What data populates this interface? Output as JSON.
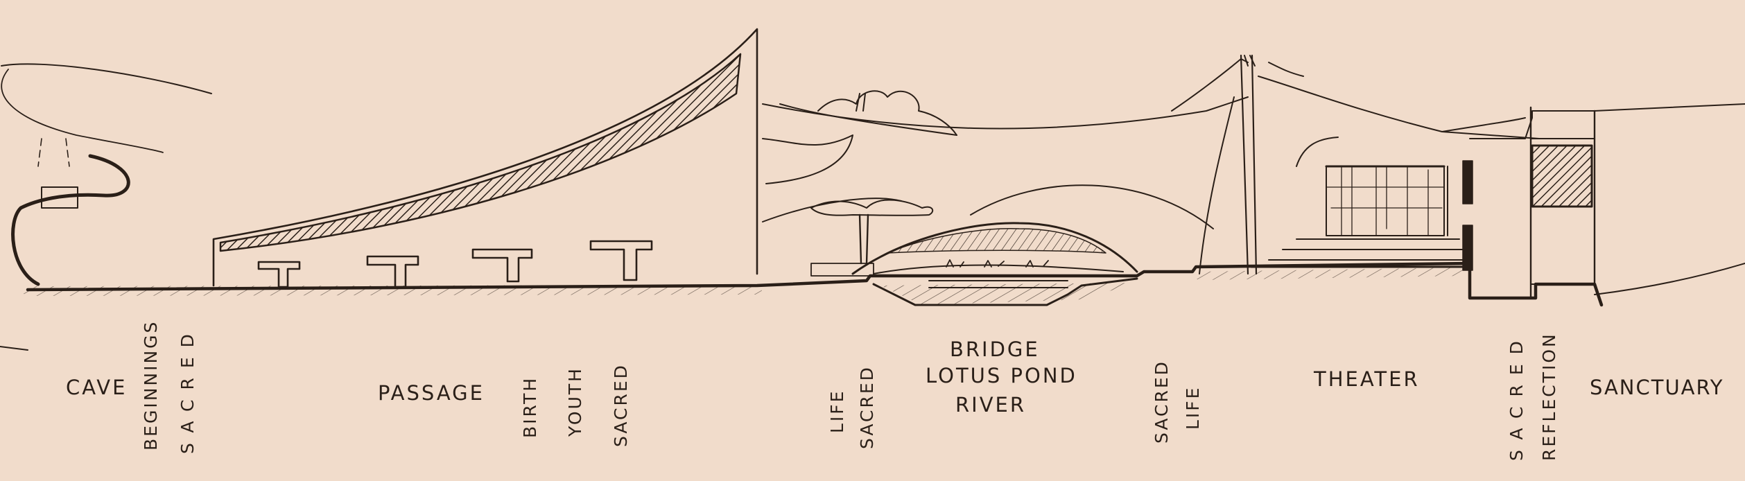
{
  "labels": {
    "cave": "CAVE",
    "beginnings": "BEGINNINGS",
    "sacred_1": "SACRED",
    "passage": "PASSAGE",
    "birth": "BIRTH",
    "youth": "YOUTH",
    "sacred_2": "SACRED",
    "life_1": "LIFE",
    "sacred_3": "SACRED",
    "bridge": "BRIDGE",
    "lotus_pond": "LOTUS POND",
    "river": "RIVER",
    "sacred_4": "SACRED",
    "life_2": "LIFE",
    "theater": "THEATER",
    "sacred_5": "SACRED",
    "reflection": "REFLECTION",
    "sanctuary": "SANCTUARY"
  },
  "colors": {
    "paper": "#f1dccb",
    "ink": "#2a1f18"
  }
}
